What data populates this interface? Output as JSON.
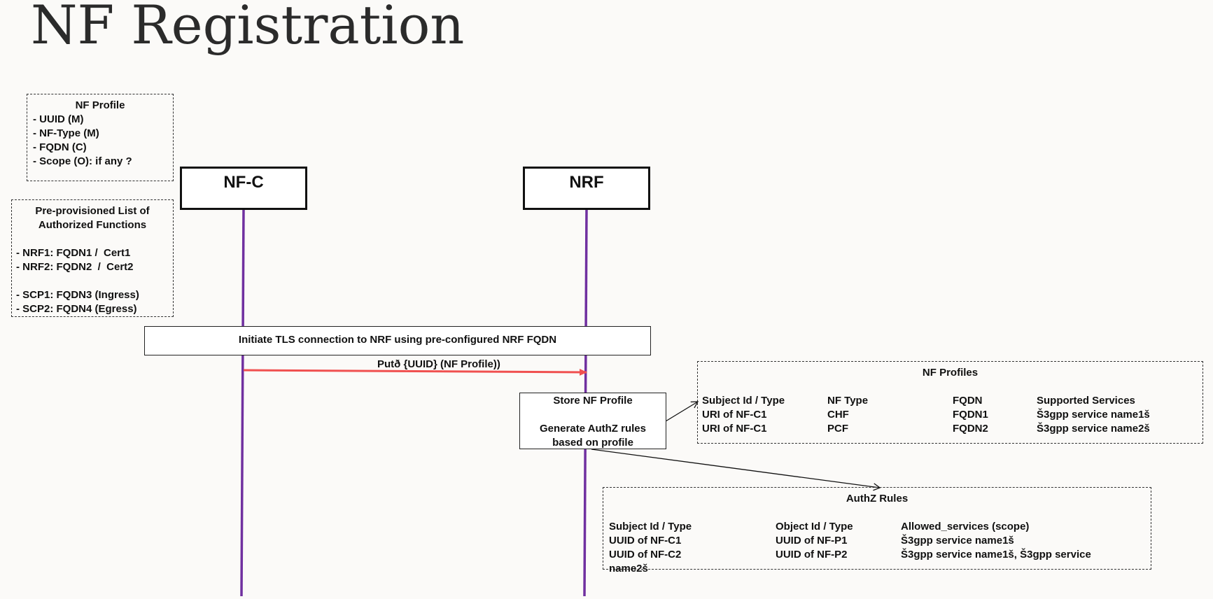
{
  "page_title": "NF Registration",
  "entities": {
    "nfc": "NF-C",
    "nrf": "NRF"
  },
  "nf_profile_note": {
    "title": "NF Profile",
    "lines": [
      "- UUID (M)",
      "- NF-Type (M)",
      "- FQDN (C)",
      "- Scope (O): if any ?"
    ]
  },
  "provisioned_note": {
    "title_lines": [
      "Pre-provisioned List of",
      "Authorized Functions"
    ],
    "lines": [
      "- NRF1: FQDN1 /  Cert1",
      "- NRF2: FQDN2  /  Cert2",
      "- SCP1: FQDN3 (Ingress)",
      "- SCP2: FQDN4 (Egress)"
    ]
  },
  "tls_step": "Initiate TLS connection to NRF using pre-configured NRF FQDN",
  "put_message": "Putð {UUID} (NF Profile))",
  "store_box": {
    "line1": "Store NF Profile",
    "line2": "Generate AuthZ rules",
    "line3": "based on profile"
  },
  "nf_profiles_table": {
    "title": "NF Profiles",
    "headers": [
      "Subject Id / Type",
      "NF Type",
      "FQDN",
      "Supported Services"
    ],
    "rows": [
      [
        "URI of NF-C1",
        "CHF",
        "FQDN1",
        "Š3gpp service name1š"
      ],
      [
        "URI of NF-C1",
        "PCF",
        "FQDN2",
        "Š3gpp service name2š"
      ]
    ]
  },
  "authz_table": {
    "title": "AuthZ Rules",
    "headers": [
      "Subject Id / Type",
      "Object Id / Type",
      "Allowed_services (scope)"
    ],
    "rows": [
      [
        "UUID of NF-C1",
        "UUID of NF-P1",
        "Š3gpp service name1š"
      ],
      [
        "UUID of NF-C2",
        "UUID of NF-P2",
        "Š3gpp service name1š, Š3gpp service"
      ]
    ],
    "overflow_line": "name2š"
  },
  "colors": {
    "lifeline": "#7030a0",
    "message_arrow": "#f05050",
    "connector": "#111111"
  }
}
